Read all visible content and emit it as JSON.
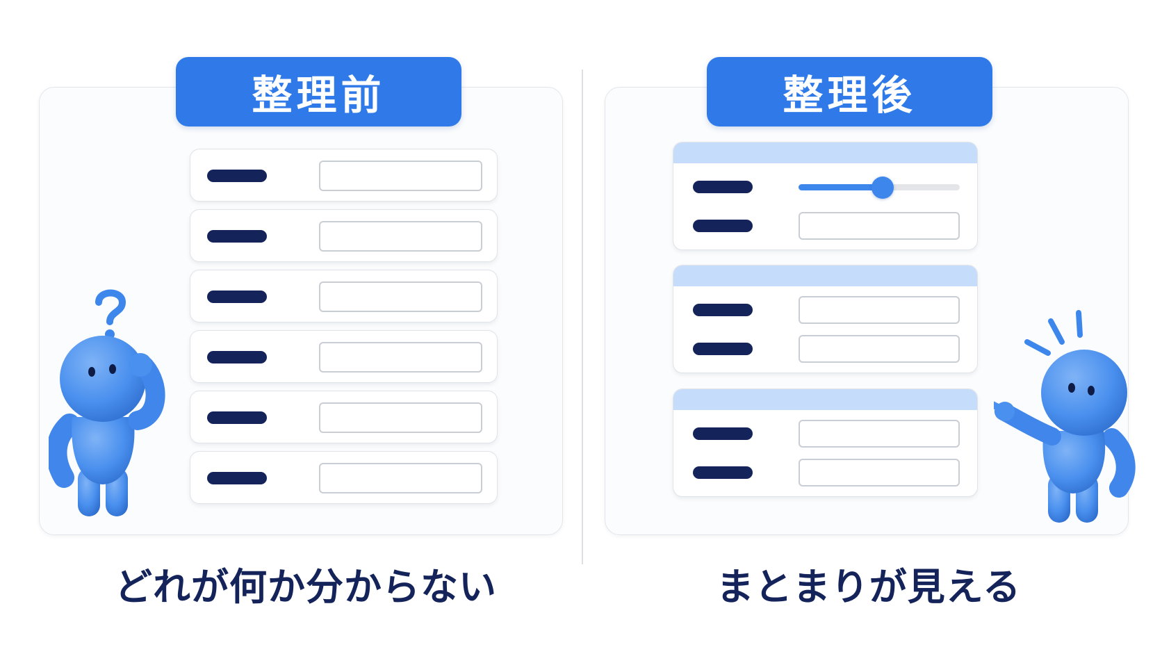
{
  "before": {
    "title": "整理前",
    "caption": "どれが何か分からない",
    "row_count": 6
  },
  "after": {
    "title": "整理後",
    "caption": "まとまりが見える",
    "slider_value": 0.52
  },
  "icons": {
    "left_figure": "confused-person-icon",
    "right_figure": "pointing-person-icon",
    "question_mark": "question-mark-icon",
    "emphasis": "emphasis-lines-icon"
  },
  "colors": {
    "accent": "#2f7ae8",
    "label": "#14245a",
    "group_header": "#c5dcfa",
    "figure": "#4a90ee"
  }
}
